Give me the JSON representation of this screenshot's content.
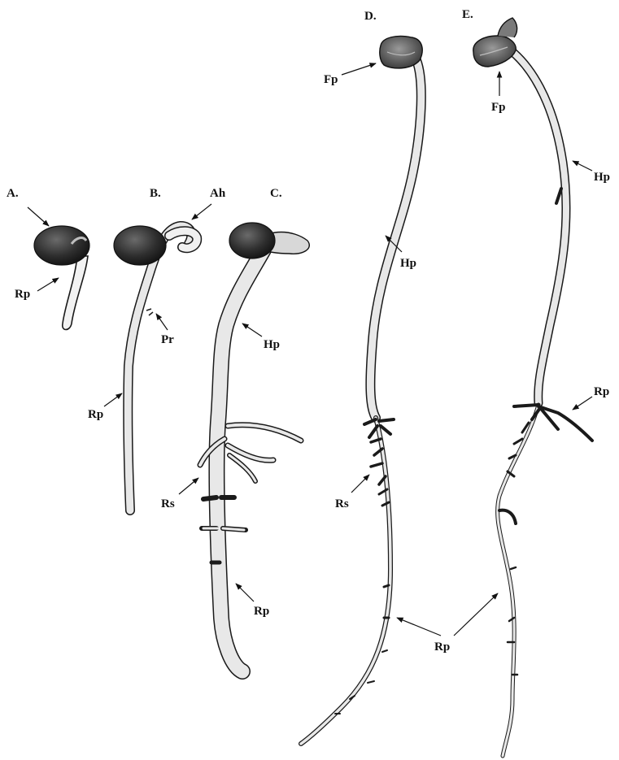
{
  "figure": {
    "panels": [
      {
        "id": "A",
        "label": "A.",
        "parts": [
          {
            "key": "rp",
            "label": "Rp"
          }
        ]
      },
      {
        "id": "B",
        "label": "B.",
        "parts": [
          {
            "key": "ah",
            "label": "Ah"
          },
          {
            "key": "pr",
            "label": "Pr"
          },
          {
            "key": "rp",
            "label": "Rp"
          }
        ]
      },
      {
        "id": "C",
        "label": "C.",
        "parts": [
          {
            "key": "hp",
            "label": "Hp"
          },
          {
            "key": "rs",
            "label": "Rs"
          },
          {
            "key": "rp",
            "label": "Rp"
          }
        ]
      },
      {
        "id": "D",
        "label": "D.",
        "parts": [
          {
            "key": "fp",
            "label": "Fp"
          },
          {
            "key": "hp",
            "label": "Hp"
          },
          {
            "key": "rs",
            "label": "Rs"
          }
        ]
      },
      {
        "id": "E",
        "label": "E.",
        "parts": [
          {
            "key": "fp",
            "label": "Fp"
          },
          {
            "key": "hp",
            "label": "Hp"
          },
          {
            "key": "rp",
            "label": "Rp"
          }
        ]
      }
    ],
    "shared_label": "Rp"
  },
  "colors": {
    "seed": "#2b2b2b",
    "leaf": "#5c5c5c",
    "stem_fill": "#e4e4e4",
    "outline": "#1a1a1a",
    "ink": "#111111"
  }
}
